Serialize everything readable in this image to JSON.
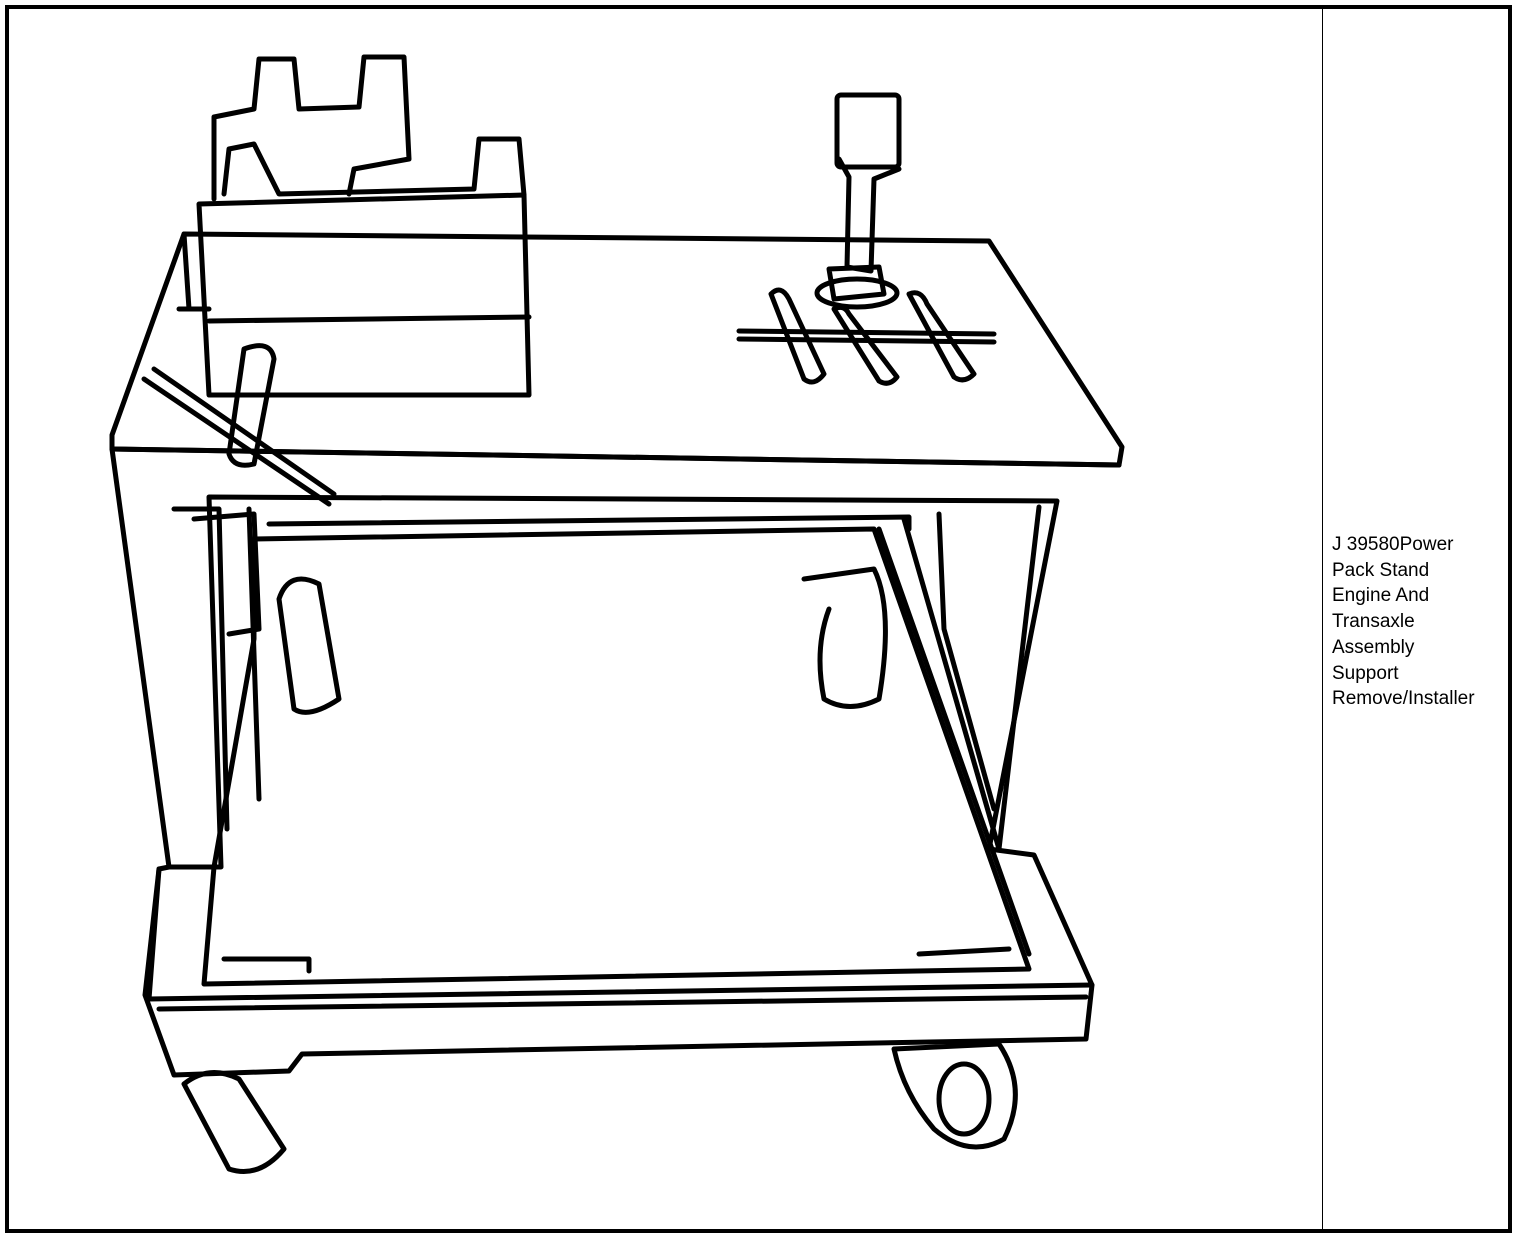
{
  "figure": {
    "caption_lines": [
      "J 39580Power",
      "Pack Stand",
      "Engine And",
      "Transaxle",
      "Assembly",
      "Support",
      "Remove/Installer"
    ],
    "line_color": "#000000",
    "background": "#ffffff"
  }
}
